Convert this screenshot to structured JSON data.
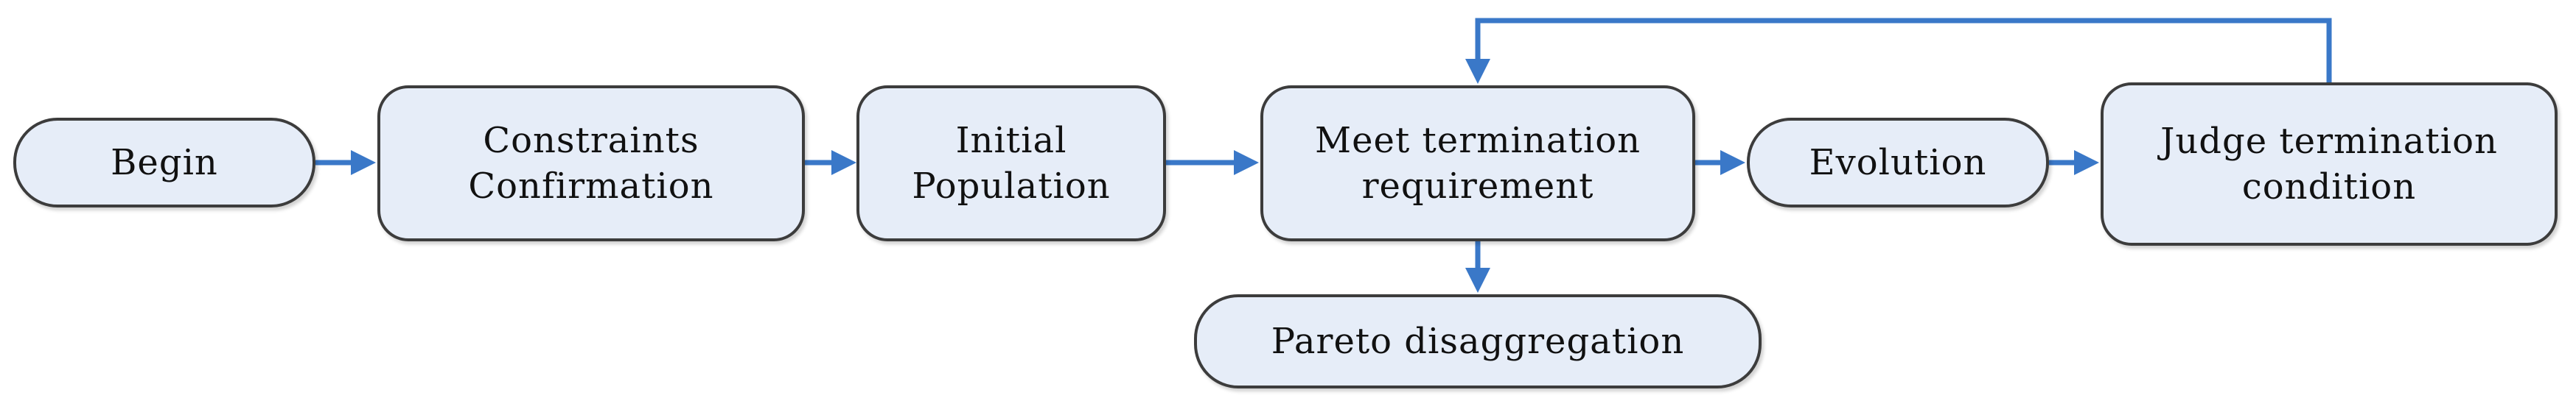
{
  "nodes": {
    "begin": "Begin",
    "constraints": "Constraints\nConfirmation",
    "initial": "Initial\nPopulation",
    "meet": "Meet termination\nrequirement",
    "evolution": "Evolution",
    "judge": "Judge termination\ncondition",
    "pareto": "Pareto disaggregation"
  },
  "colors": {
    "node_fill": "#e6edf8",
    "node_border": "#3c3c3c",
    "arrow": "#3a78c8"
  }
}
